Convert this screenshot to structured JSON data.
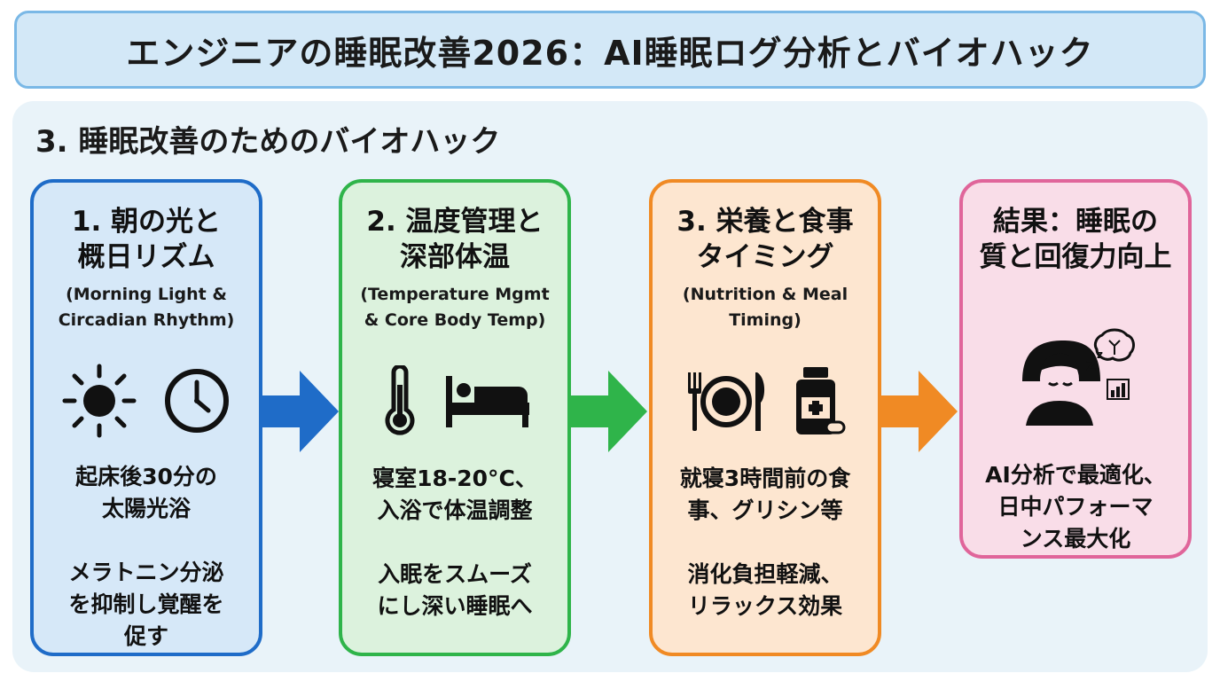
{
  "header": {
    "title": "エンジニアの睡眠改善2026：AI睡眠ログ分析とバイオハック"
  },
  "section": {
    "title": "3. 睡眠改善のためのバイオハック"
  },
  "colors": {
    "blue": "#1f6cc8",
    "green": "#2fb44a",
    "orange": "#f08a24",
    "pink": "#e0659a"
  },
  "cards": [
    {
      "title_lines": [
        "1. 朝の光と",
        "概日リズム"
      ],
      "subtitle_lines": [
        "(Morning Light &",
        "Circadian Rhythm)"
      ],
      "icons": [
        "sun-icon",
        "clock-icon"
      ],
      "text1_lines": [
        "起床後30分の",
        "太陽光浴"
      ],
      "text2_lines": [
        "メラトニン分泌",
        "を抑制し覚醒を",
        "促す"
      ]
    },
    {
      "title_lines": [
        "2. 温度管理と",
        "深部体温"
      ],
      "subtitle_lines": [
        "(Temperature Mgmt",
        "& Core Body Temp)"
      ],
      "icons": [
        "thermometer-icon",
        "bed-icon"
      ],
      "text1_lines": [
        "寝室18-20°C、",
        "入浴で体温調整"
      ],
      "text2_lines": [
        "入眠をスムーズ",
        "にし深い睡眠へ"
      ]
    },
    {
      "title_lines": [
        "3. 栄養と食事",
        "タイミング"
      ],
      "subtitle_lines": [
        "(Nutrition & Meal",
        "Timing)"
      ],
      "icons": [
        "fork-knife-plate-icon",
        "supplement-bottle-icon"
      ],
      "text1_lines": [
        "就寝3時間前の食",
        "事、グリシン等"
      ],
      "text2_lines": [
        "消化負担軽減、",
        "リラックス効果"
      ]
    },
    {
      "title_lines": [
        "結果：睡眠の",
        "質と回復力向上"
      ],
      "icons": [
        "sleeping-person-brain-icon"
      ],
      "text1_lines": [
        "AI分析で最適化、",
        "日中パフォーマ",
        "ンス最大化"
      ]
    }
  ]
}
